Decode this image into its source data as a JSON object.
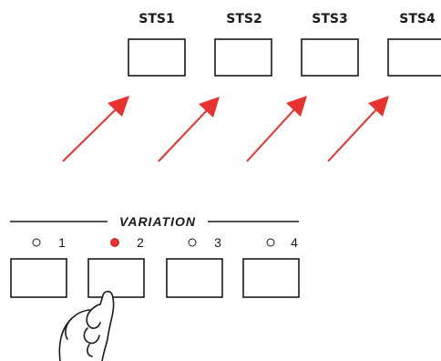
{
  "sts": {
    "buttons": [
      {
        "label": "STS1"
      },
      {
        "label": "STS2"
      },
      {
        "label": "STS3"
      },
      {
        "label": "STS4"
      }
    ]
  },
  "variation": {
    "title": "VARIATION",
    "buttons": [
      {
        "number": "1",
        "led": "off"
      },
      {
        "number": "2",
        "led": "on"
      },
      {
        "number": "3",
        "led": "off"
      },
      {
        "number": "4",
        "led": "off"
      }
    ]
  },
  "colors": {
    "arrow": "#e8322f",
    "led_on": "#e8322f",
    "outline": "#1a1a1a"
  },
  "icons": {
    "pointer": "pointing-hand-icon",
    "arrow": "arrow-icon"
  }
}
